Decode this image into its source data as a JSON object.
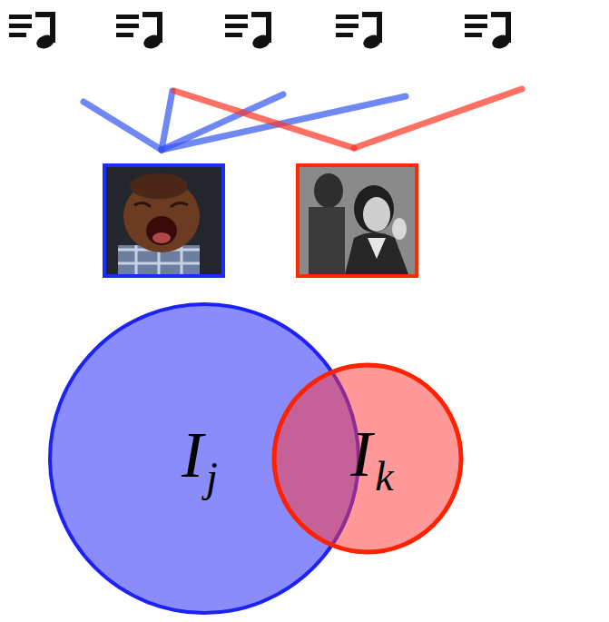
{
  "diagram": {
    "nodes": [
      {
        "text": [
          "I",
          "j"
        ]
      },
      {
        "text": [
          "I",
          "k"
        ]
      }
    ]
  }
}
